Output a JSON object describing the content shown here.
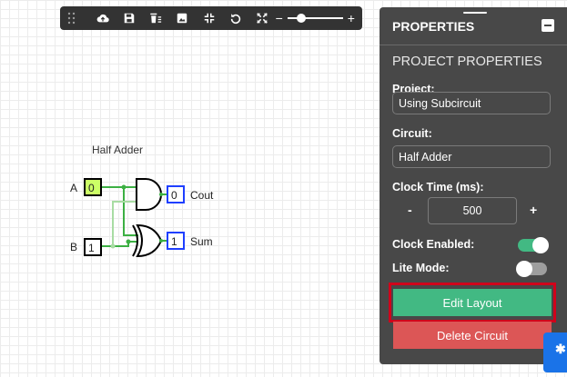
{
  "toolbar": {
    "icons": [
      "drag-handle-icon",
      "cloud-upload-icon",
      "save-icon",
      "delete-icon",
      "download-image-icon",
      "compress-icon",
      "undo-icon",
      "fullscreen-icon"
    ],
    "zoom": {
      "minus": "−",
      "plus": "+",
      "level": 0.25
    }
  },
  "circuit": {
    "title": "Half Adder",
    "inputs": [
      {
        "label": "A",
        "value": "0"
      },
      {
        "label": "B",
        "value": "1"
      }
    ],
    "outputs": [
      {
        "label": "Cout",
        "value": "0"
      },
      {
        "label": "Sum",
        "value": "1"
      }
    ],
    "colors": {
      "wire_active": "#3cb043",
      "wire_inactive": "#a8dca3",
      "input_highlight": "#ccff66",
      "output_border": "#1f3fff"
    }
  },
  "panel": {
    "title": "PROPERTIES",
    "section_title": "PROJECT PROPERTIES",
    "project_label": "Project:",
    "project_value": "Using Subcircuit",
    "circuit_label": "Circuit:",
    "circuit_value": "Half Adder",
    "clock_time_label": "Clock Time (ms):",
    "clock_minus": "-",
    "clock_value": "500",
    "clock_plus": "+",
    "clock_enabled_label": "Clock Enabled:",
    "clock_enabled": true,
    "lite_mode_label": "Lite Mode:",
    "lite_mode": false,
    "edit_layout_label": "Edit Layout",
    "delete_circuit_label": "Delete Circuit",
    "colors": {
      "panel_bg": "#484848",
      "accent_green": "#42b983",
      "danger_red": "#dc5656",
      "highlight_red": "#d0021b"
    }
  }
}
